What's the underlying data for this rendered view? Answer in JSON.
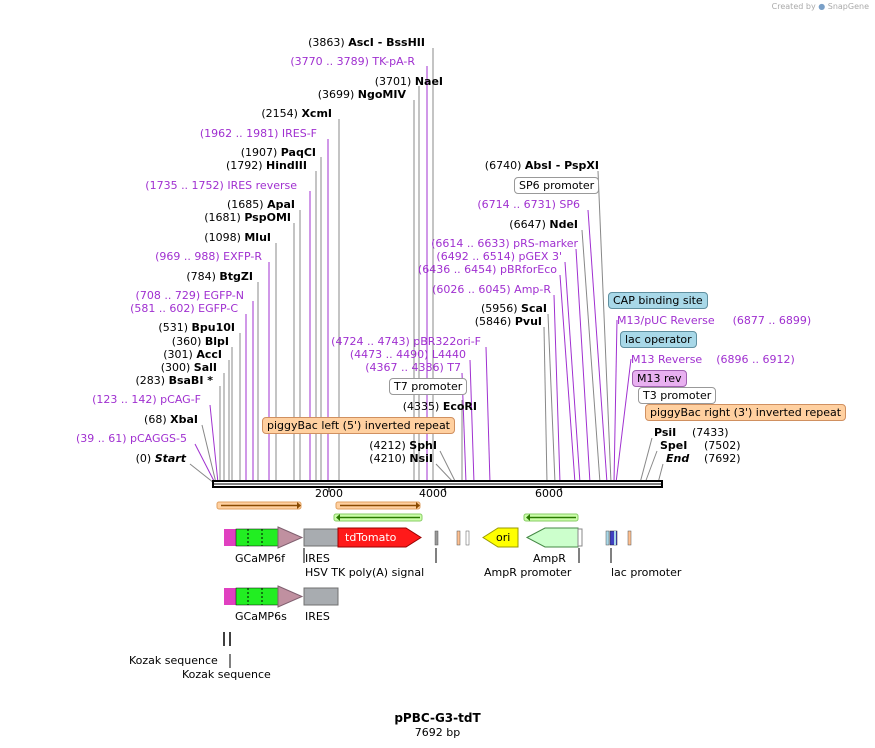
{
  "header": {
    "credit": "Created by",
    "brand": "SnapGene"
  },
  "plasmid": {
    "name": "pPBC-G3-tdT",
    "length": "7692 bp"
  },
  "axis": {
    "ticks": [
      "2000",
      "4000",
      "6000"
    ]
  },
  "left_labels": [
    {
      "pos": "(3863)",
      "name": "AscI",
      "extra": "- BssHII"
    },
    {
      "feat": "(3770 .. 3789)  TK-pA-R"
    },
    {
      "pos": "(3701)",
      "name": "NaeI"
    },
    {
      "pos": "(3699)",
      "name": "NgoMIV"
    },
    {
      "pos": "(2154)",
      "name": "XcmI"
    },
    {
      "feat": "(1962 .. 1981)  IRES-F"
    },
    {
      "pos": "(1907)",
      "name": "PaqCI"
    },
    {
      "pos": "(1792)",
      "name": "HindIII"
    },
    {
      "feat": "(1735 .. 1752)  IRES reverse"
    },
    {
      "pos": "(1685)",
      "name": "ApaI"
    },
    {
      "pos": "(1681)",
      "name": "PspOMI"
    },
    {
      "pos": "(1098)",
      "name": "MluI"
    },
    {
      "feat": "(969 .. 988)  EXFP-R"
    },
    {
      "pos": "(784)",
      "name": "BtgZI"
    },
    {
      "feat": "(708 .. 729)  EGFP-N"
    },
    {
      "feat": "(581 .. 602)  EGFP-C"
    },
    {
      "pos": "(531)",
      "name": "Bpu10I"
    },
    {
      "pos": "(360)",
      "name": "BlpI"
    },
    {
      "pos": "(301)",
      "name": "AccI"
    },
    {
      "pos": "(300)",
      "name": "SalI"
    },
    {
      "pos": "(283)",
      "name": "BsaBI *"
    },
    {
      "feat": "(123 .. 142)  pCAG-F"
    },
    {
      "pos": "(68)",
      "name": "XbaI"
    },
    {
      "feat": "(39 .. 61)  pCAGGS-5"
    },
    {
      "pos": "(0)",
      "name": "Start"
    }
  ],
  "mid_labels": [
    {
      "feat": "(6614 .. 6633)  pRS-marker"
    },
    {
      "feat": "(6492 .. 6514)  pGEX 3'"
    },
    {
      "feat": "(6436 .. 6454)  pBRforEco"
    },
    {
      "feat": "(6026 .. 6045)  Amp-R"
    },
    {
      "pos": "(5956)",
      "name": "ScaI"
    },
    {
      "pos": "(5846)",
      "name": "PvuI"
    },
    {
      "feat": "(4724 .. 4743)  pBR322ori-F"
    },
    {
      "feat": "(4473 .. 4490)  L4440"
    },
    {
      "feat": "(4367 .. 4386)  T7"
    },
    {
      "pos": "(4335)",
      "name": "EcoRI"
    },
    {
      "pos": "(4212)",
      "name": "SphI"
    },
    {
      "pos": "(4210)",
      "name": "NsiI"
    }
  ],
  "right_labels": [
    {
      "pos": "(6740)",
      "name": "AbsI",
      "extra": "- PspXI"
    },
    {
      "feat": "(6714 .. 6731)  SP6"
    },
    {
      "pos": "(6647)",
      "name": "NdeI"
    },
    {
      "feat": "M13/pUC Reverse",
      "range": "(6877 .. 6899)"
    },
    {
      "feat": "M13 Reverse",
      "range": "(6896 .. 6912)"
    },
    {
      "name": "PsiI",
      "pos": "(7433)"
    },
    {
      "name": "SpeI",
      "pos": "(7502)"
    },
    {
      "name": "End",
      "pos": "(7692)"
    }
  ],
  "badges": {
    "sp6": "SP6 promoter",
    "t7": "T7 promoter",
    "pb_left": "piggyBac left (5') inverted repeat",
    "cap": "CAP binding site",
    "lacop": "lac operator",
    "m13rev": "M13 rev",
    "t3": "T3 promoter",
    "pb_right": "piggyBac right (3') inverted repeat"
  },
  "features": {
    "gcamp6f": "GCaMP6f",
    "ires1": "IRES",
    "hsv": "HSV TK poly(A) signal",
    "tdtomato": "tdTomato",
    "ori": "ori",
    "ampr": "AmpR",
    "ampr_promoter": "AmpR promoter",
    "lac_promoter": "lac promoter",
    "gcamp6s": "GCaMP6s",
    "ires2": "IRES",
    "kozak1": "Kozak sequence",
    "kozak2": "Kozak sequence"
  },
  "colors": {
    "feature_purple": "#a030d0",
    "gfp": "#22ee22",
    "tdtomato": "#ff1a1a",
    "ori": "#ffff00",
    "ampr": "#ccffcc",
    "orange_badge": "#ffd0a0",
    "blue_badge": "#a8d8e8",
    "pink_badge": "#e8b0f0"
  }
}
